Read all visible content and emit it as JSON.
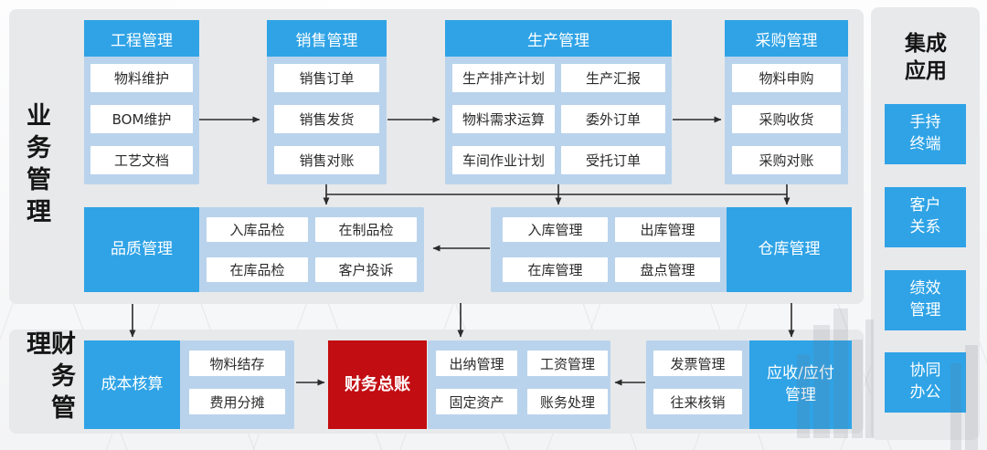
{
  "sections": {
    "business_label": "业务管理",
    "finance_label": "财务管理"
  },
  "top_columns": [
    {
      "title": "工程管理",
      "items": [
        "物料维护",
        "BOM维护",
        "工艺文档"
      ]
    },
    {
      "title": "销售管理",
      "items": [
        "销售订单",
        "销售发货",
        "销售对账"
      ]
    },
    {
      "title": "生产管理",
      "items": [
        "生产排产计划",
        "物料需求运算",
        "车间作业计划",
        "生产汇报",
        "委外订单",
        "受托订单"
      ]
    },
    {
      "title": "采购管理",
      "items": [
        "物料申购",
        "采购收货",
        "采购对账"
      ]
    }
  ],
  "middle_row": {
    "quality_title": "品质管理",
    "quality_items": [
      "入库品检",
      "在制品检",
      "在库品检",
      "客户投诉"
    ],
    "warehouse_items": [
      "入库管理",
      "出库管理",
      "在库管理",
      "盘点管理"
    ],
    "warehouse_title": "仓库管理"
  },
  "finance_row": {
    "cost_title": "成本核算",
    "cost_items": [
      "物料结存",
      "费用分摊"
    ],
    "ledger_title": "财务总账",
    "accounting_items": [
      "出纳管理",
      "工资管理",
      "固定资产",
      "账务处理"
    ],
    "invoice_items": [
      "发票管理",
      "往来核销"
    ],
    "receivable_title": "应收/应付\n管理"
  },
  "integration": {
    "title": "集成\n应用",
    "apps": [
      "手持\n终端",
      "客户\n关系",
      "绩效\n管理",
      "协同\n办公"
    ]
  },
  "colors": {
    "accent_blue": "#2fa3e6",
    "container_blue": "#b9d3ec",
    "alert_red": "#c20d12",
    "panel_gray": "#e8e9eb",
    "arrow": "#2b2b2b"
  }
}
